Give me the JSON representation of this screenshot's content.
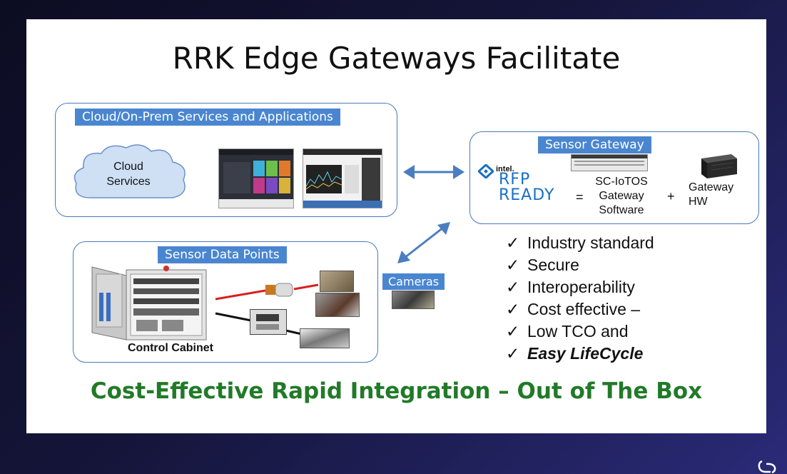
{
  "title": "RRK Edge Gateways Facilitate",
  "cloud_panel": {
    "label": "Cloud/On-Prem Services and Applications",
    "cloud_text_line1": "Cloud",
    "cloud_text_line2": "Services"
  },
  "gateway_panel": {
    "label": "Sensor Gateway",
    "intel": "intel.",
    "rfp": "RFP",
    "ready": "READY",
    "equals": "=",
    "software_line1": "SC-IoTOS",
    "software_line2": "Gateway",
    "software_line3": "Software",
    "plus": "+",
    "hw_line1": "Gateway",
    "hw_line2": "HW"
  },
  "sensor_panel": {
    "label": "Sensor Data Points",
    "cabinet_label": "Control Cabinet"
  },
  "cameras_label": "Cameras",
  "checklist": [
    {
      "mark": "✓",
      "text": "Industry standard"
    },
    {
      "mark": "✓",
      "text": "Secure"
    },
    {
      "mark": "✓",
      "text": "Interoperability"
    },
    {
      "mark": "✓",
      "text": "Cost effective –"
    },
    {
      "mark": "✓",
      "text": "Low TCO and"
    },
    {
      "mark": "✓",
      "text": "Easy LifeCycle"
    }
  ],
  "footer": "Cost-Effective Rapid Integration – Out of The Box",
  "colors": {
    "accent_blue": "#4a86d0",
    "footer_green": "#217a28",
    "arrow_blue": "#4a7ec0"
  }
}
